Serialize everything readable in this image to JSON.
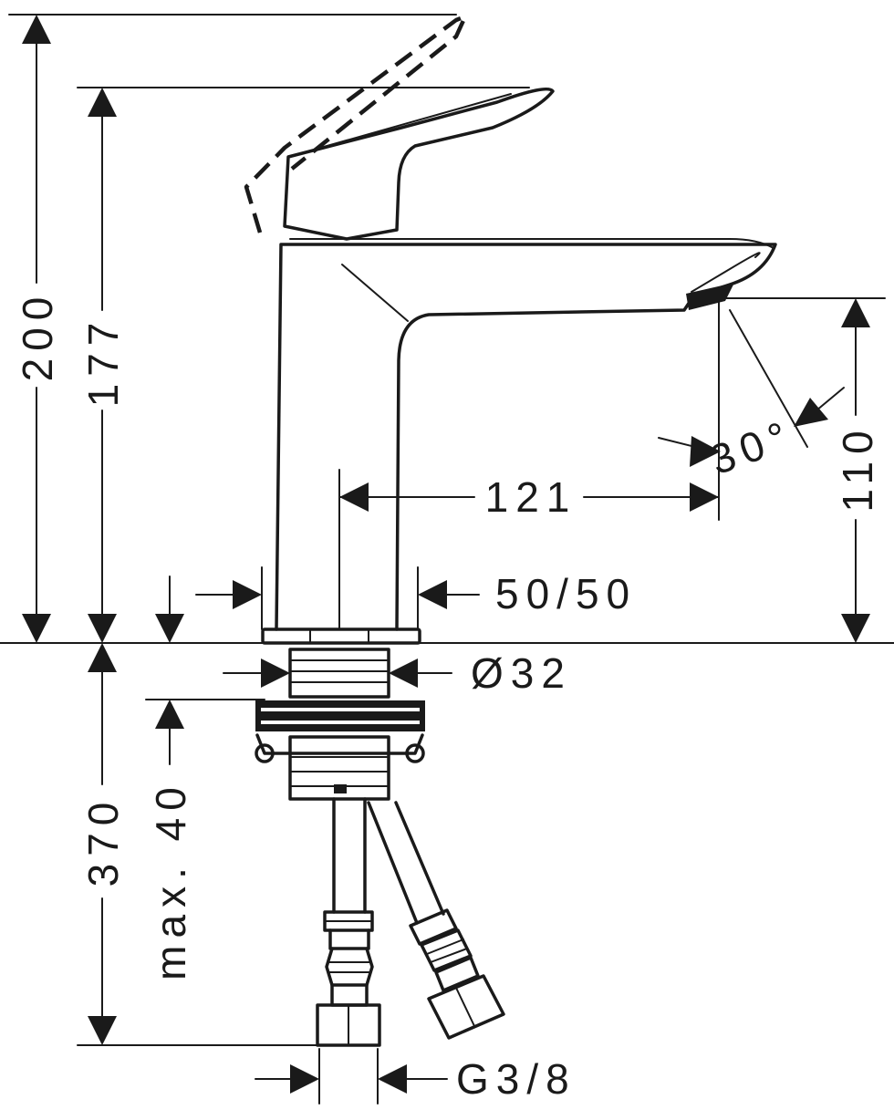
{
  "dimensions": {
    "total_height": "200",
    "outlet_height_lever": "177",
    "spout_height": "110",
    "spout_reach": "121",
    "spout_angle": "30°",
    "body_width": "50/50",
    "shank_diameter": "Ø32",
    "below_deck_length": "370",
    "max_deck_thickness": "max. 40",
    "connection_thread": "G3/8"
  }
}
